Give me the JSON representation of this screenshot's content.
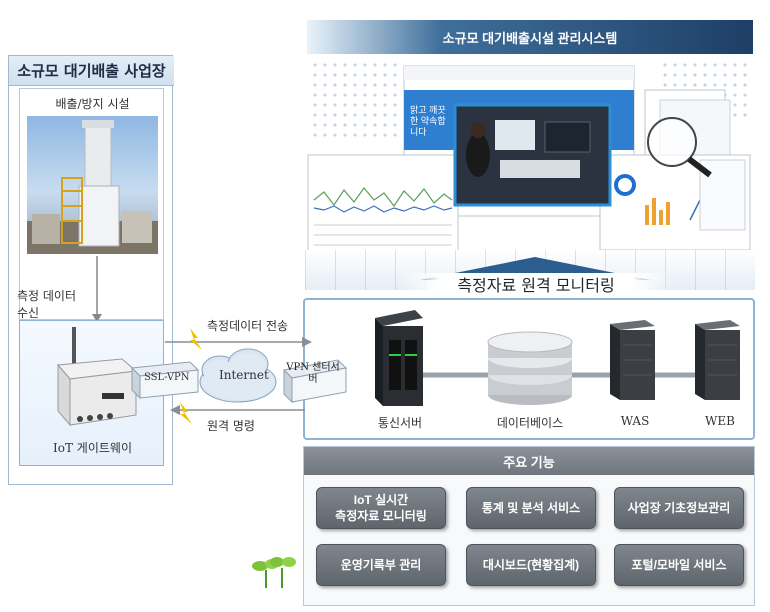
{
  "site": {
    "title": "소규모 대기배출 사업장",
    "facility_label": "배출/방지 시설",
    "measure_label": "측정 데이터 수신",
    "gateway_label": "IoT 게이트웨이"
  },
  "network": {
    "ssl_vpn": "SSL-VPN",
    "internet": "Internet",
    "vpn_server": "VPN 센터서버",
    "send_label": "측정데이터 전송",
    "command_label": "원격 명령"
  },
  "system": {
    "banner": "소규모 대기배출시설 관리시스템",
    "monitoring_label": "측정자료 원격 모니터링"
  },
  "servers": {
    "comm": "통신서버",
    "db": "데이터베이스",
    "was": "WAS",
    "web": "WEB"
  },
  "functions": {
    "title": "주요 기능",
    "items": [
      "IoT 실시간\n측정자료 모니터링",
      "통계 및 분석 서비스",
      "사업장 기초정보관리",
      "운영기록부 관리",
      "대시보드(현황집계)",
      "포털/모바일 서비스"
    ]
  },
  "screens": {
    "slogan": "맑고 깨끗한 약속합니다"
  },
  "colors": {
    "accent": "#1e3f66",
    "panel_border": "#8fb3d6",
    "button": "#6b7178"
  }
}
